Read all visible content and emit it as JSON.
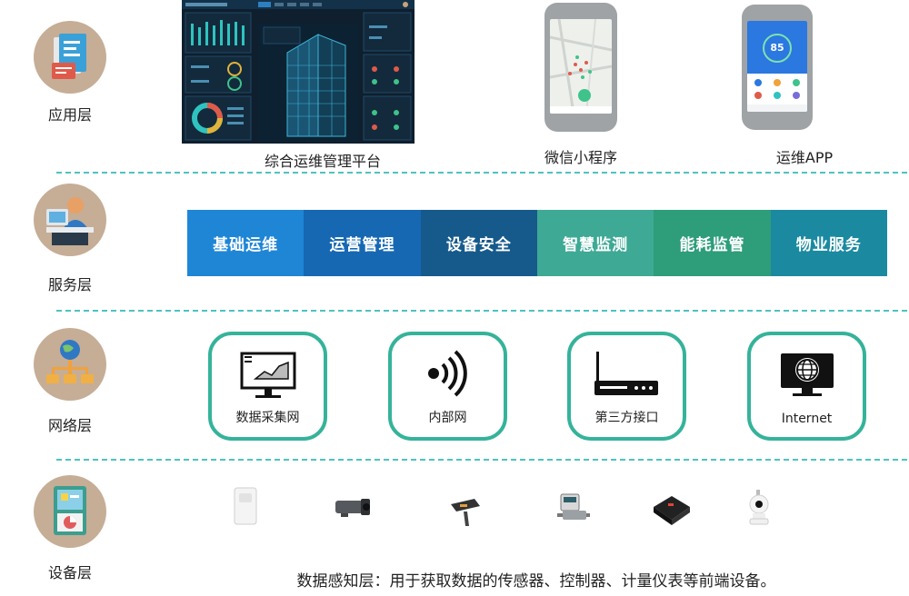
{
  "layers": {
    "application": "应用层",
    "service": "服务层",
    "network": "网络层",
    "device": "设备层"
  },
  "app_layer": {
    "platform_caption": "综合运维管理平台",
    "mini_program_caption": "微信小程序",
    "app_caption": "运维APP",
    "app_gauge_value": "85"
  },
  "services": [
    {
      "label": "基础运维",
      "color": "#1f86d6"
    },
    {
      "label": "运营管理",
      "color": "#1668b3"
    },
    {
      "label": "设备安全",
      "color": "#165a8c"
    },
    {
      "label": "智慧监测",
      "color": "#3ea995"
    },
    {
      "label": "能耗监管",
      "color": "#2e9d7a"
    },
    {
      "label": "物业服务",
      "color": "#1b8aa1"
    }
  ],
  "network": [
    {
      "label": "数据采集网",
      "icon": "data-collection-monitor-icon"
    },
    {
      "label": "内部网",
      "icon": "wireless-signal-icon"
    },
    {
      "label": "第三方接口",
      "icon": "router-icon"
    },
    {
      "label": "Internet",
      "icon": "internet-globe-monitor-icon"
    }
  ],
  "devices": [
    "motion-sensor-icon",
    "camera-icon",
    "flow-meter-icon",
    "gas-meter-icon",
    "controller-box-icon",
    "dome-camera-icon"
  ],
  "footer": "数据感知层：用于获取数据的传感器、控制器、计量仪表等前端设备。",
  "colors": {
    "divider": "#4ec3c0",
    "network_border": "#35b39a",
    "layer_icon_bg": "#c6ad96"
  }
}
